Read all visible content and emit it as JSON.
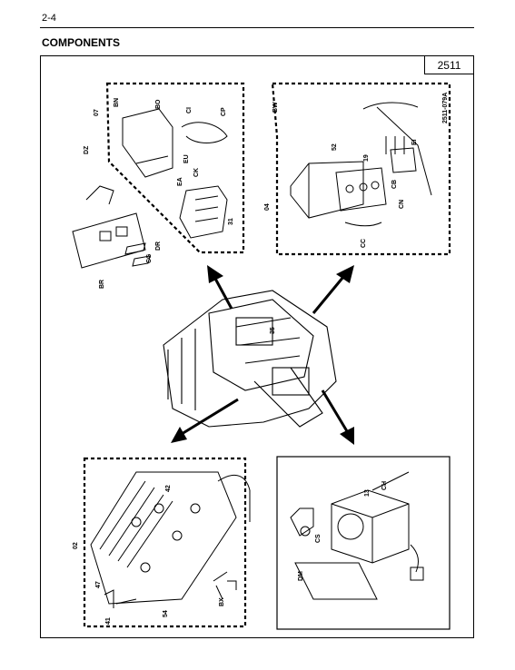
{
  "page": {
    "number": "2-4",
    "heading": "COMPONENTS"
  },
  "figure": {
    "number": "2511",
    "code": "2511-079A",
    "labels": {
      "tl": [
        "07",
        "BN",
        "BO",
        "CI",
        "CP",
        "DZ",
        "EU",
        "EA",
        "CK",
        "BR",
        "CG",
        "DR",
        "31"
      ],
      "tr": [
        "BW",
        "52",
        "19",
        "EI",
        "CB",
        "CN",
        "CC",
        "04"
      ],
      "bl": [
        "02",
        "42",
        "47",
        "41",
        "54",
        "BX"
      ],
      "br": [
        "CH",
        "13",
        "CS",
        "DM"
      ],
      "center": [
        "35"
      ]
    }
  }
}
